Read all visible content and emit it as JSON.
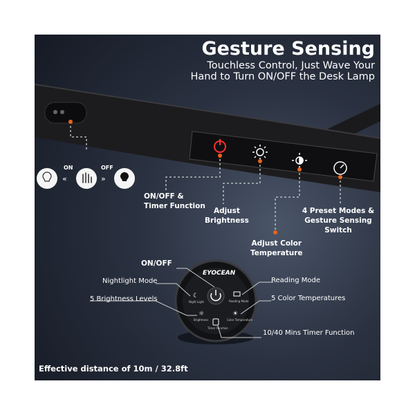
{
  "header": {
    "title": "Gesture Sensing",
    "subtitle_line1": "Touchless Control, Just Wave Your",
    "subtitle_line2": "Hand to Turn ON/OFF the Desk Lamp"
  },
  "gesture": {
    "on_label": "ON",
    "off_label": "OFF"
  },
  "lamp_controls": {
    "power_label": "ON/OFF &\nTimer Function",
    "brightness_label": "Adjust\nBrightness",
    "color_temp_label": "Adjust Color\nTemperature",
    "preset_label": "4 Preset Modes &\nGesture Sensing Switch"
  },
  "remote": {
    "brand": "EYOCEAN",
    "callouts": {
      "on_off": "ON/OFF",
      "nightlight": "Nightlight Mode",
      "brightness_levels": "5 Brightness Levels",
      "reading": "Reading Mode",
      "color_temps": "5 Color Temperatures",
      "timer": "10/40 Mins Timer Function"
    },
    "button_labels": {
      "night": "Night Light",
      "reading": "Reading Mode",
      "brightness": "Brightness",
      "color_temp": "Color Temperature",
      "timer": "Timer Function"
    }
  },
  "footer": {
    "distance": "Effective distance of 10m / 32.8ft"
  },
  "colors": {
    "accent": "#e8641e",
    "dark_bg": "#151a24",
    "lamp_body": "#1c1c1e"
  }
}
